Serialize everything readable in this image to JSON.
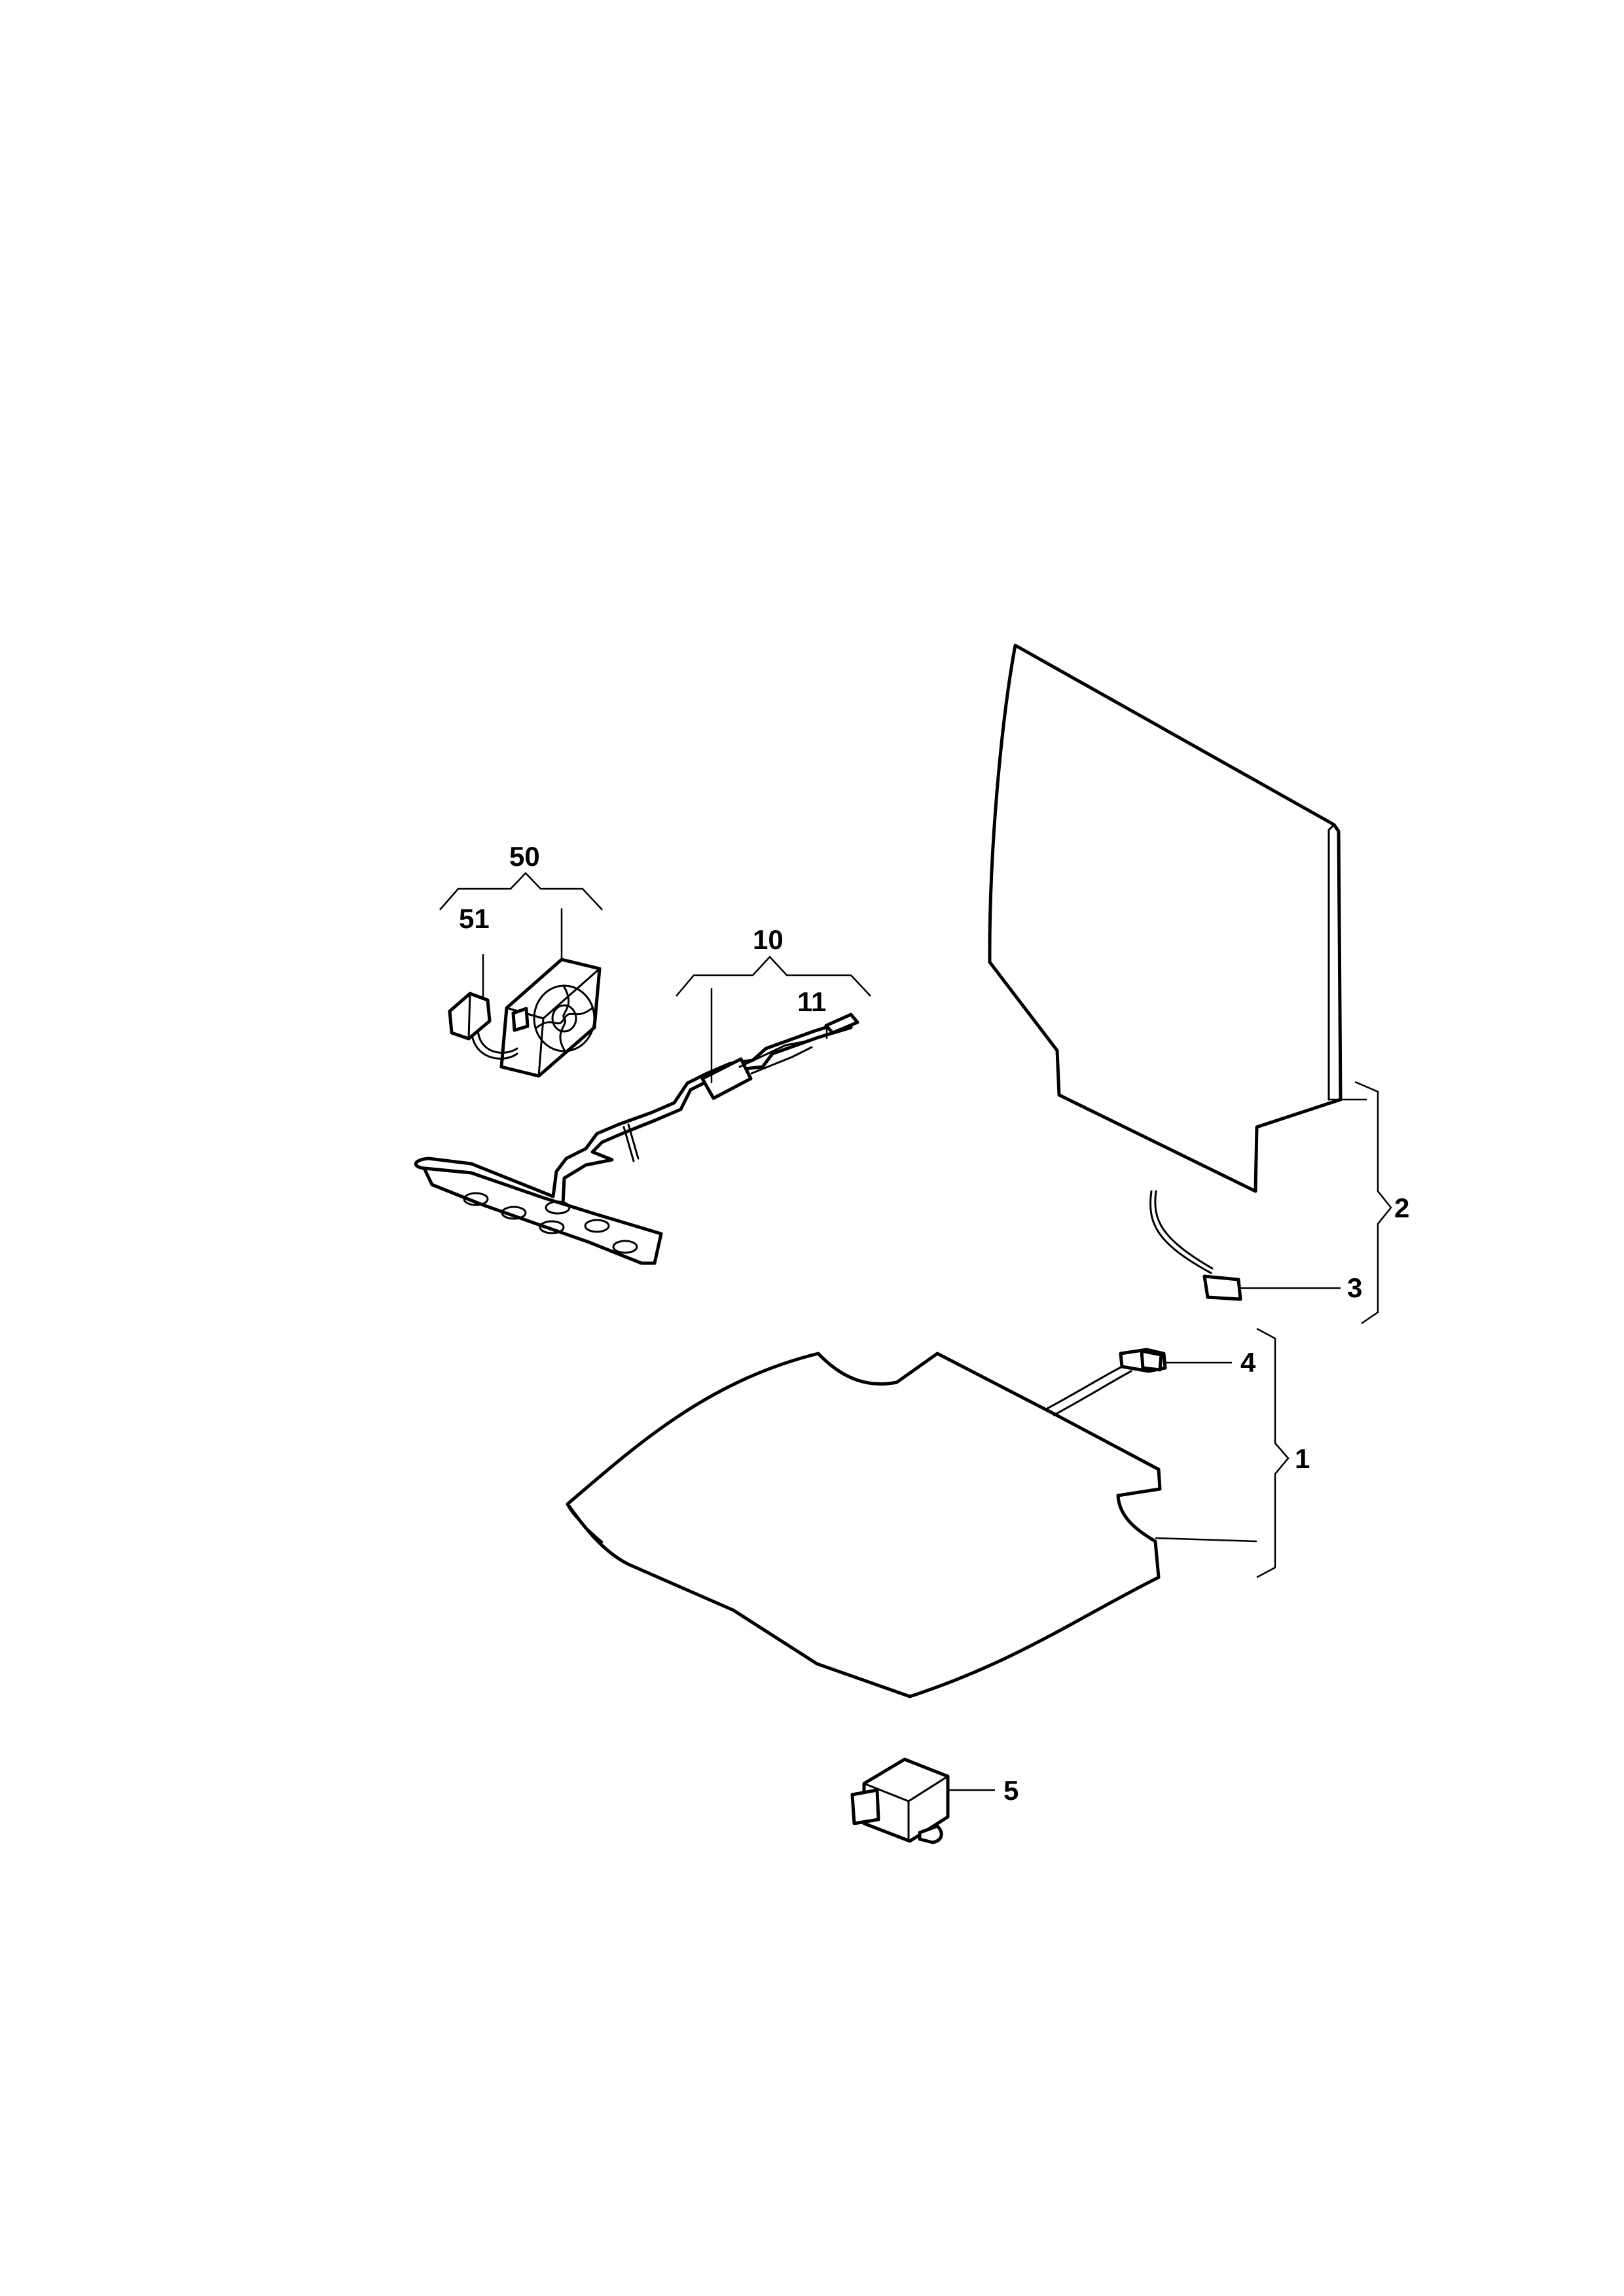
{
  "callouts": {
    "c1": "1",
    "c2": "2",
    "c3": "3",
    "c4": "4",
    "c5": "5",
    "c10": "10",
    "c11": "11",
    "c50": "50",
    "c51": "51"
  },
  "colors": {
    "line": "#000000",
    "background": "#ffffff"
  },
  "icons": {
    "fan": "fan-icon",
    "connector": "connector-icon",
    "control-unit": "control-unit-icon"
  }
}
